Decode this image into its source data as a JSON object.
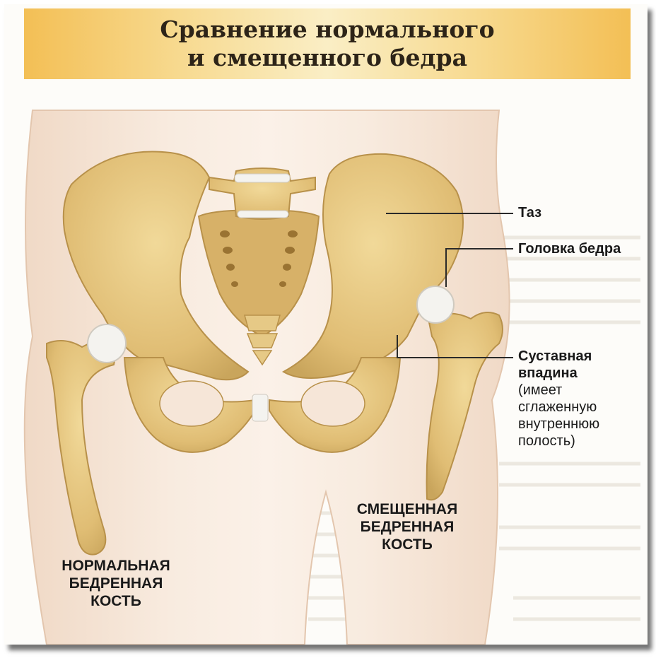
{
  "title": {
    "line1": "Сравнение нормального",
    "line2": "и смещенного бедра"
  },
  "labels": {
    "pelvis": "Таз",
    "femoral_head": "Головка бедра",
    "socket_title_1": "Суставная",
    "socket_title_2": "впадина",
    "socket_note_1": "(имеет",
    "socket_note_2": "сглаженную",
    "socket_note_3": "внутреннюю",
    "socket_note_4": "полость)",
    "displaced_1": "СМЕЩЕННАЯ",
    "displaced_2": "БЕДРЕННАЯ",
    "displaced_3": "КОСТЬ",
    "normal_1": "НОРМАЛЬНАЯ",
    "normal_2": "БЕДРЕННАЯ",
    "normal_3": "КОСТЬ"
  },
  "colors": {
    "bone": "#e3c27e",
    "bone_shadow": "#c9a55c",
    "cartilage": "#f4f3ef",
    "skin": "#f6e6d8",
    "banner": "#f7d98e",
    "leader": "#2a2a2a"
  }
}
